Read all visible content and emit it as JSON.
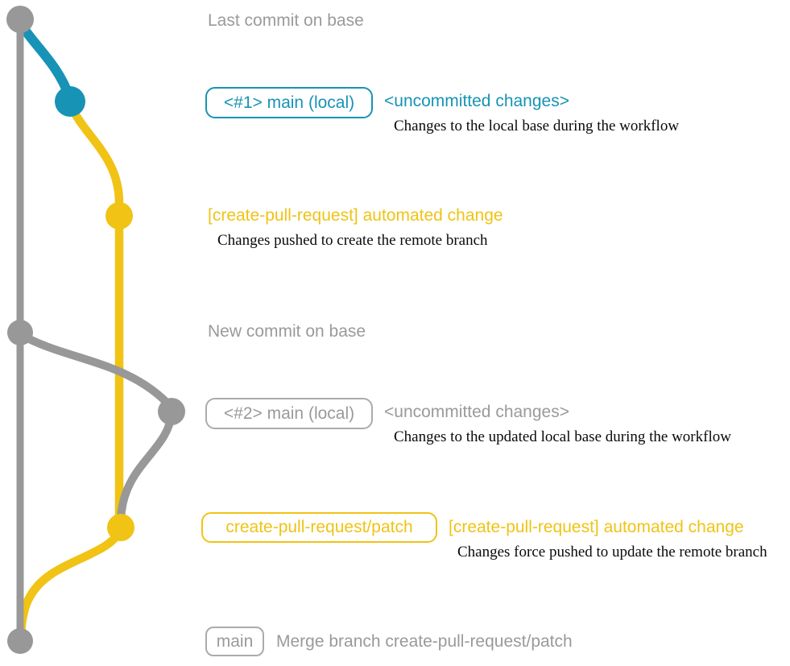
{
  "colors": {
    "blue": "#1793b5",
    "yellow": "#f0c315",
    "gray": "#989898",
    "gray_text": "#9a9a9a",
    "ink": "#0a0a0a",
    "bg": "#ffffff"
  },
  "graph": {
    "branches": [
      {
        "name": "base (main)",
        "color": "#989898"
      },
      {
        "name": "local uncommitted changes",
        "color": "#1793b5"
      },
      {
        "name": "create-pull-request/patch",
        "color": "#f0c315"
      }
    ],
    "commits": [
      {
        "id": "last-commit-on-base",
        "branch": "base (main)"
      },
      {
        "id": "local-1",
        "branch": "local uncommitted changes"
      },
      {
        "id": "remote-1",
        "branch": "create-pull-request/patch"
      },
      {
        "id": "new-commit-on-base",
        "branch": "base (main)"
      },
      {
        "id": "local-2",
        "branch": "local uncommitted changes"
      },
      {
        "id": "remote-2",
        "branch": "create-pull-request/patch"
      },
      {
        "id": "merge-commit",
        "branch": "base (main)"
      }
    ]
  },
  "diagram": {
    "row_last_commit": {
      "label": "Last commit on base"
    },
    "row_main1": {
      "badge": "<#1> main (local)",
      "title": "<uncommitted changes>",
      "description": "Changes to the local base during the workflow"
    },
    "row_push1": {
      "title": "[create-pull-request] automated change",
      "description": "Changes pushed to create the remote branch"
    },
    "row_new_commit": {
      "label": "New commit on base"
    },
    "row_main2": {
      "badge": "<#2> main (local)",
      "title": "<uncommitted changes>",
      "description": "Changes to the updated local base during the workflow"
    },
    "row_push2": {
      "badge": "create-pull-request/patch",
      "title": "[create-pull-request] automated change",
      "description": "Changes force pushed to update the remote branch"
    },
    "row_merge": {
      "badge": "main",
      "title": "Merge branch create-pull-request/patch"
    }
  }
}
